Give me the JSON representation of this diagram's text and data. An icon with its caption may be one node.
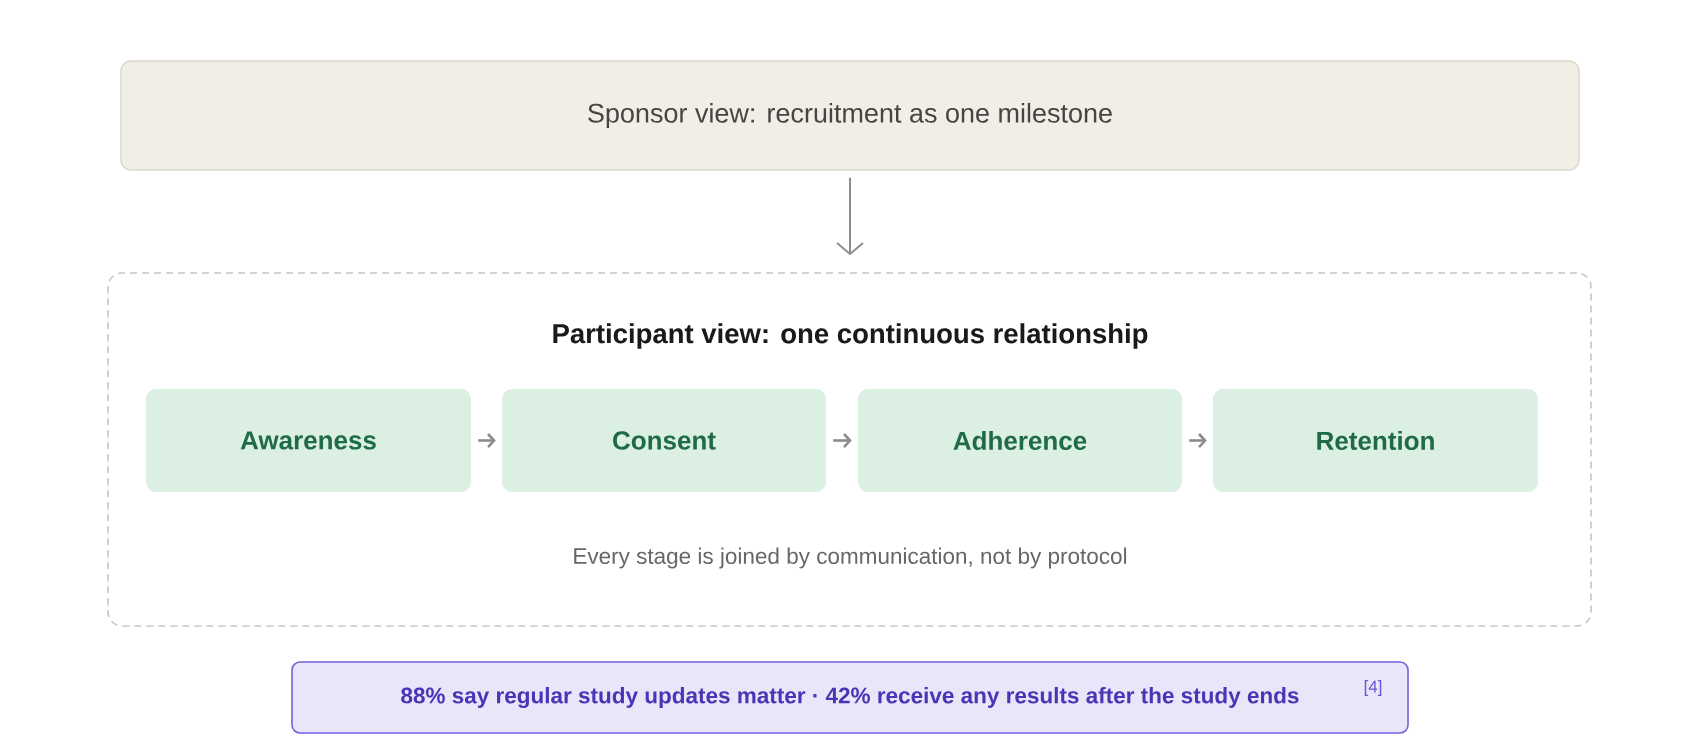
{
  "diagram": {
    "nodes": [
      {
        "text": [
          "Sponsor view: recruitment as one milestone"
        ]
      },
      {
        "text": [
          "Participant view: one continuous relationship",
          "Every stage is joined by communication, not by protocol"
        ]
      },
      {
        "text": [
          "Awareness"
        ],
        "in": 1
      },
      {
        "text": [
          "Consent"
        ],
        "in": 1
      },
      {
        "text": [
          "Adherence"
        ],
        "in": 1
      },
      {
        "text": [
          "Retention"
        ],
        "in": 1
      },
      {
        "text": [
          "88% say regular study updates matter · 42% receive any results after the study ends",
          "[4]"
        ]
      }
    ],
    "edges": [
      {
        "from": 0,
        "to": 1,
        "arrow": "to"
      },
      {
        "from": 2,
        "to": 3,
        "arrow": "to"
      },
      {
        "from": 3,
        "to": 4,
        "arrow": "to"
      },
      {
        "from": 4,
        "to": 5,
        "arrow": "to"
      }
    ]
  }
}
